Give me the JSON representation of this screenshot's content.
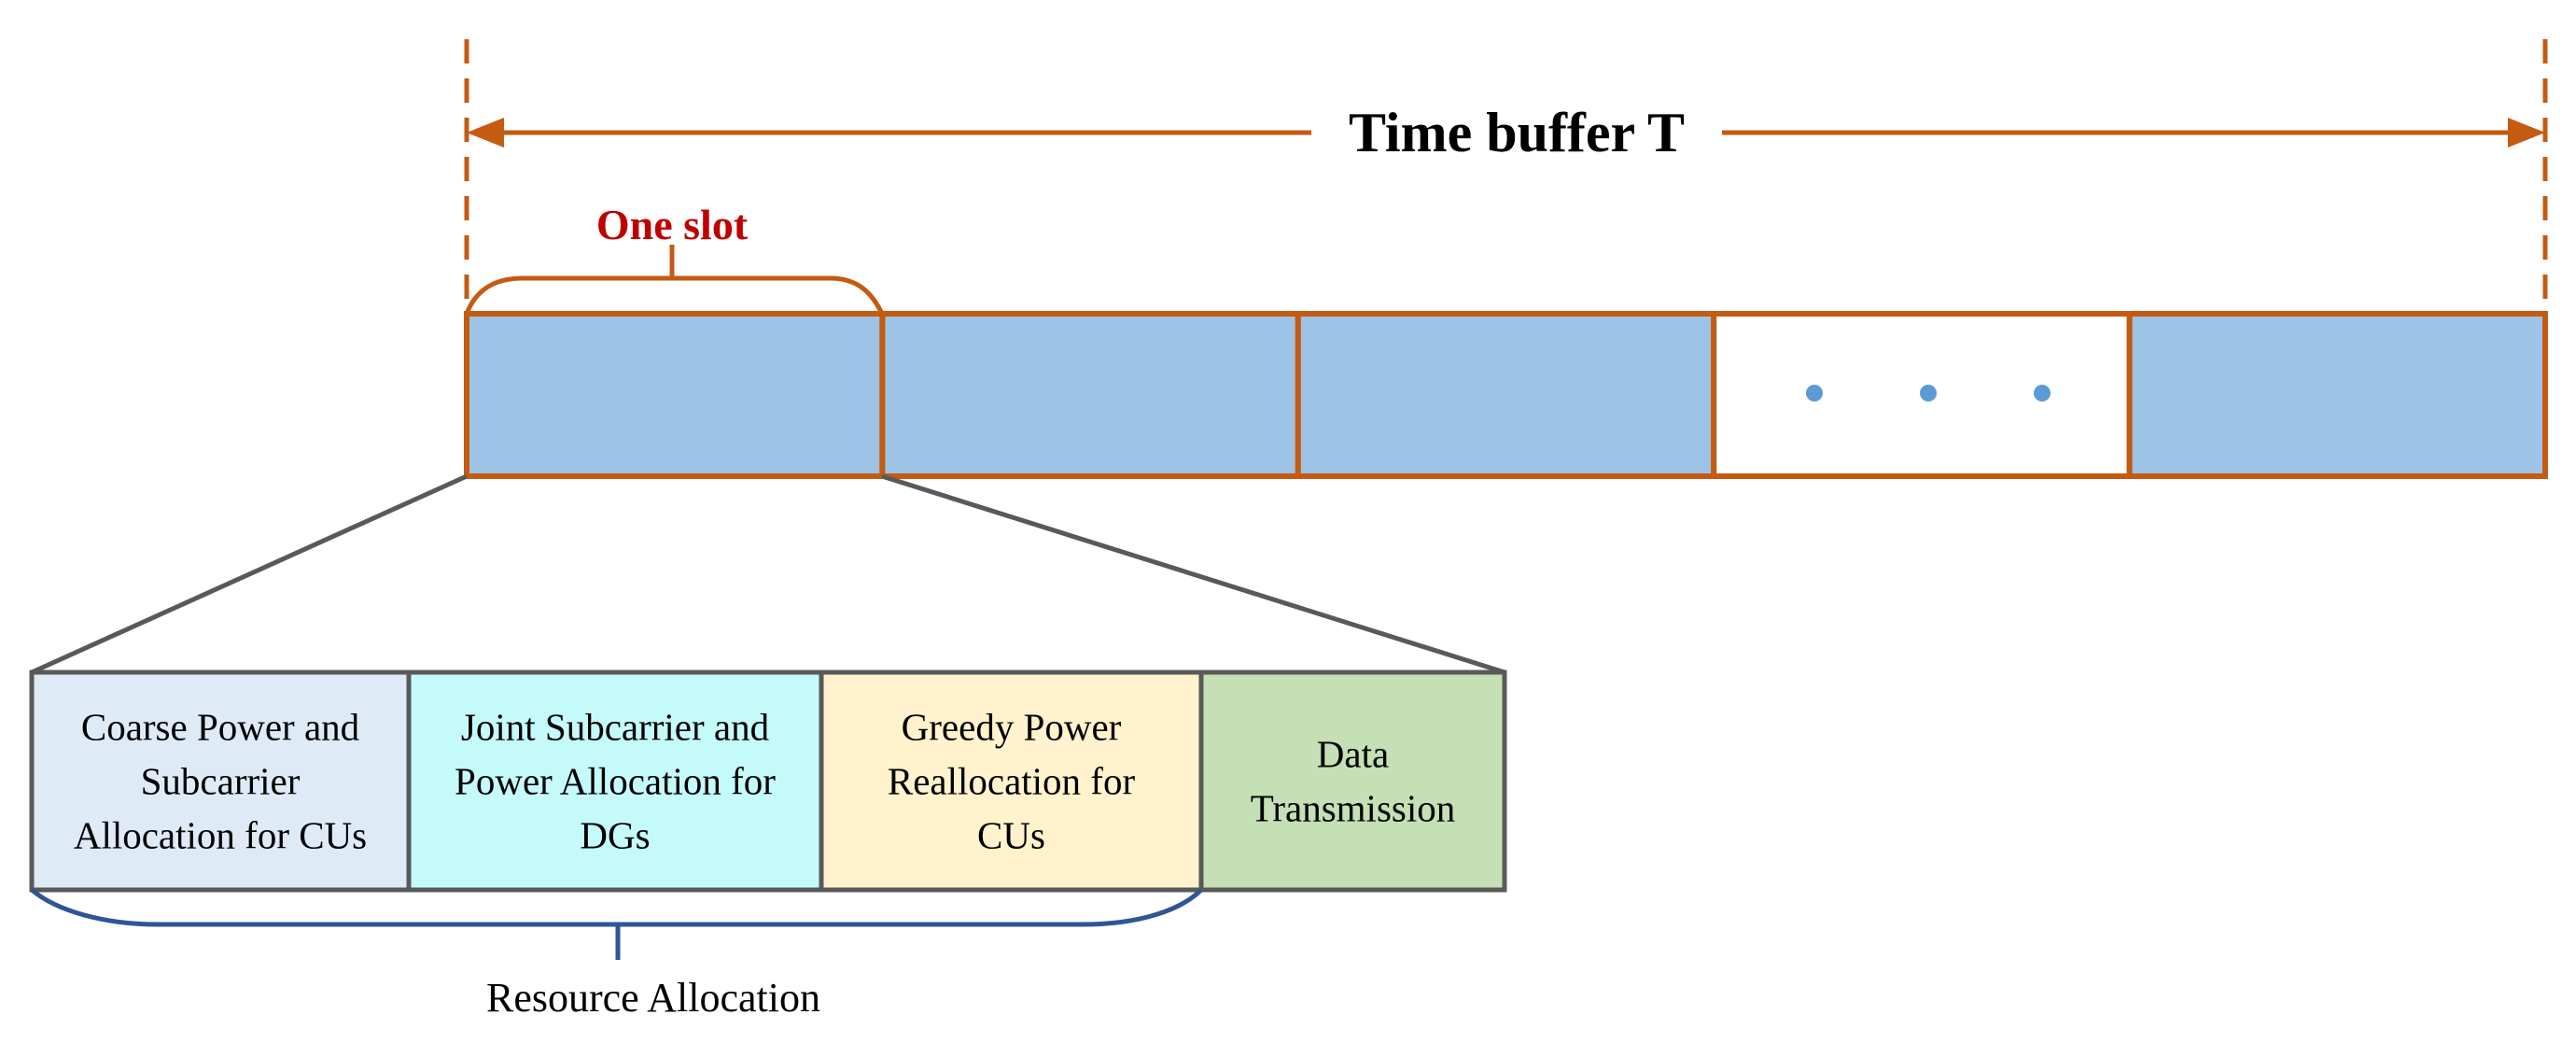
{
  "title": "Time buffer T",
  "slot_label": "One slot",
  "slots": [
    {
      "name": "slot-1",
      "fill": "#9dc3e6"
    },
    {
      "name": "slot-2",
      "fill": "#9dc3e6"
    },
    {
      "name": "slot-3",
      "fill": "#9dc3e6"
    },
    {
      "name": "slot-ellipsis",
      "fill": "#ffffff"
    },
    {
      "name": "slot-last",
      "fill": "#9dc3e6"
    }
  ],
  "phases": [
    {
      "lines": [
        "Coarse Power and",
        "Subcarrier",
        "Allocation for CUs"
      ],
      "fill": "#deebf7"
    },
    {
      "lines": [
        "Joint Subcarrier and",
        "Power Allocation for",
        "DGs"
      ],
      "fill": "#c5fafa"
    },
    {
      "lines": [
        "Greedy Power",
        "Reallocation for",
        "CUs"
      ],
      "fill": "#fff2cc"
    },
    {
      "lines": [
        "Data",
        "Transmission"
      ],
      "fill": "#c5e0b4"
    }
  ],
  "bracket_label": "Resource Allocation",
  "colors": {
    "accent": "#c55a11",
    "slot_label": "#c00000",
    "bracket": "#2f5597",
    "box_border": "#595959",
    "dots": "#5b9bd5"
  }
}
